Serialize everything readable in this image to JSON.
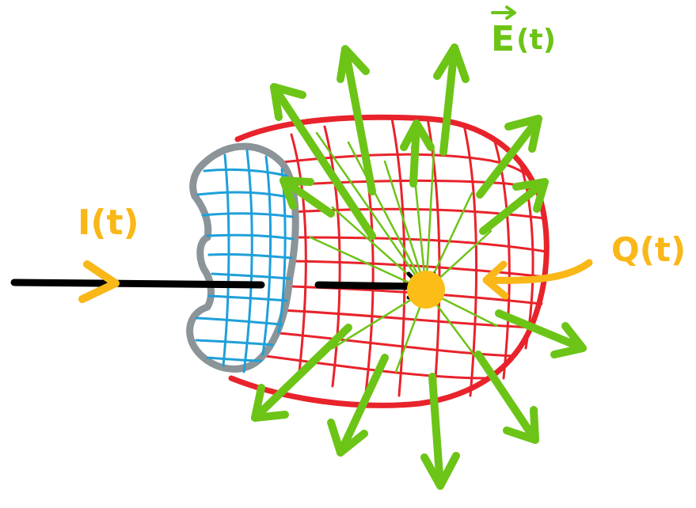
{
  "labels": {
    "current": "I(t)",
    "charge": "Q(t)",
    "field_vector": "E",
    "field_arg": "(t)"
  },
  "colors": {
    "background": "#ffffff",
    "wire": "#000000",
    "orange": "#f9b718",
    "charge_dot": "#fbbd16",
    "red_surface": "#e8232b",
    "blue_cap": "#1ea0d9",
    "cap_outline": "#8b9499",
    "green_field": "#6cc417"
  },
  "icons": {
    "current_arrow": "chevron-right-icon",
    "charge_pointer": "arrow-left-icon",
    "field_arrows": "arrow-outward-icon"
  }
}
